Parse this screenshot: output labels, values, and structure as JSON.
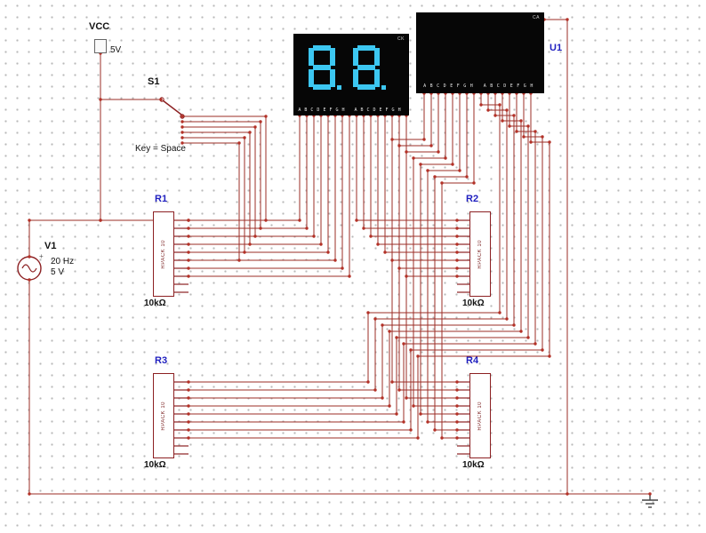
{
  "colors": {
    "wire": "#9b2c25",
    "junction": "#b33127",
    "component_outline": "#8c2022",
    "reference_label": "#1f1fbf",
    "segment_on": "#3cc7f1",
    "display_background": "#060606"
  },
  "components": {
    "vcc": {
      "ref": "VCC",
      "value": "5V"
    },
    "s1": {
      "ref": "S1",
      "key": "Key = Space"
    },
    "v1": {
      "ref": "V1",
      "line1": "20 Hz",
      "line2": "5 V",
      "polarity": "+"
    },
    "display": {
      "digits": "8.8.",
      "corner_label": "CK",
      "pins": "ABCDEFGH ABCDEFGH"
    },
    "u1": {
      "ref": "U1",
      "corner_label": "CA",
      "pins": "ABCDEFGH ABCDEFGH"
    },
    "r1": {
      "ref": "R1",
      "part": "RPACK 10",
      "value": "10kΩ"
    },
    "r2": {
      "ref": "R2",
      "part": "RPACK 10",
      "value": "10kΩ"
    },
    "r3": {
      "ref": "R3",
      "part": "RPACK 10",
      "value": "10kΩ"
    },
    "r4": {
      "ref": "R4",
      "part": "RPACK 10",
      "value": "10kΩ"
    }
  }
}
